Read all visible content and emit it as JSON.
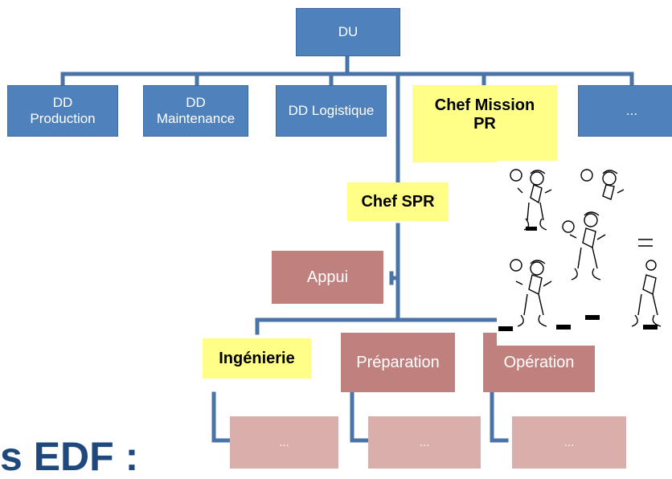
{
  "org_chart": {
    "root": "DU",
    "level1": [
      "DD\nProduction",
      "DD\nMaintenance",
      "DD Logistique",
      "Chef Mission\nPR",
      "..."
    ],
    "chef_spr": "Chef SPR",
    "appui": "Appui",
    "teams": [
      "Ingénierie",
      "Préparation",
      "Opération"
    ],
    "sub_teams": [
      "...",
      "...",
      "..."
    ]
  },
  "footer_title": "s EDF :",
  "colors": {
    "blue_box": "#4f81bd",
    "connector": "#4a73a8",
    "rose_box": "#c0807e",
    "pale_rose_box": "#d9aeab",
    "highlight_yellow": "#ffff88",
    "title_text": "#1f497d"
  },
  "icons": [
    "worker-figures-clipart"
  ]
}
